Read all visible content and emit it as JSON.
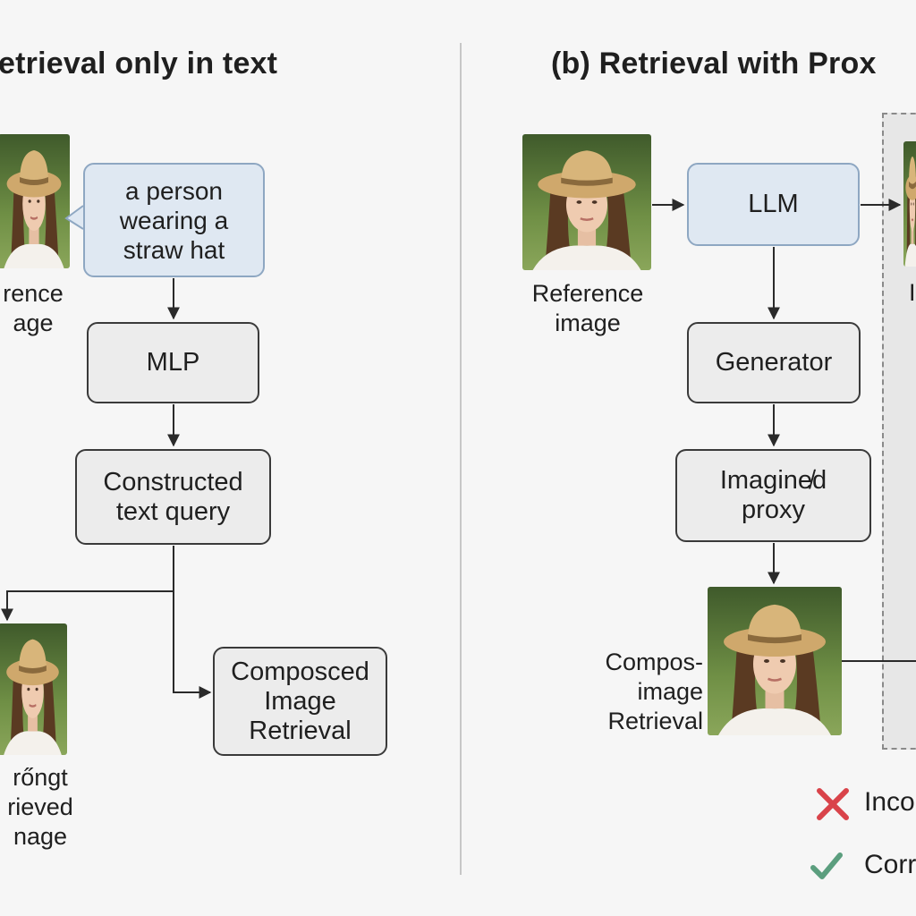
{
  "panel_a": {
    "title": "etrieval only in text",
    "speech_text": "a person\nwearing a\nstraw hat",
    "mlp_label": "MLP",
    "constructed_label": "Constructed\ntext query",
    "cir_label": "Composced\nImage\nRetrieval",
    "reference_caption": "rence\nage",
    "wrong_caption": "rőngt\nrieved\nnage"
  },
  "panel_b": {
    "title": "(b) Retrieval with Prox",
    "llm_label": "LLM",
    "generator_label": "Generator",
    "imagined_label": "Imagine̸d\nproxy",
    "reference_caption": "Reference\nimage",
    "compos_caption": "Compos-\nimage\nRetrieval",
    "side_letter": "I"
  },
  "legend": {
    "incorrect_label": "Inco",
    "correct_label": "Corr",
    "incorrect_color": "#d9434a",
    "correct_color": "#5b9e7e"
  },
  "icons": [
    "straw-hat-woman-photo",
    "cross-icon",
    "check-icon"
  ]
}
